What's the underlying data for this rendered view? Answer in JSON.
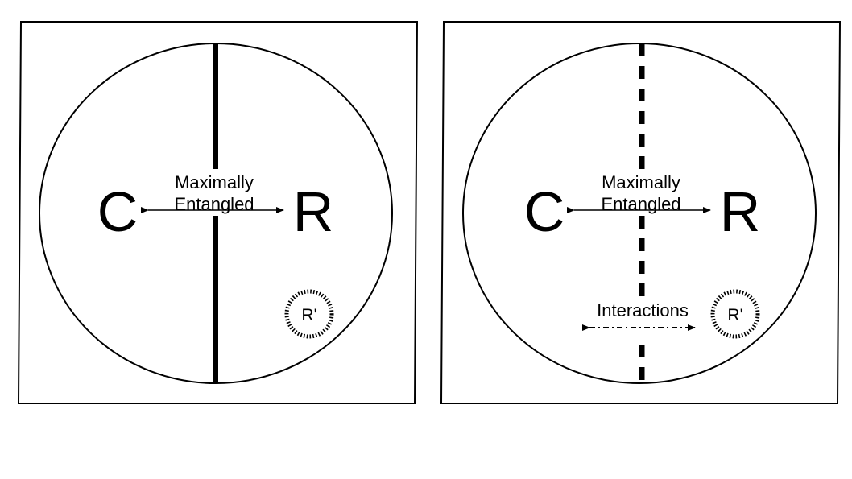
{
  "panels": [
    {
      "system_c_label": "C",
      "system_r_label": "R",
      "entanglement_label_line1": "Maximally",
      "entanglement_label_line2": "Entangled",
      "environment_label": "R'",
      "divider_style": "solid"
    },
    {
      "system_c_label": "C",
      "system_r_label": "R",
      "entanglement_label_line1": "Maximally",
      "entanglement_label_line2": "Entangled",
      "environment_label": "R'",
      "interactions_label": "Interactions",
      "divider_style": "dashed"
    }
  ],
  "colors": {
    "stroke": "#000000",
    "background": "#ffffff"
  }
}
